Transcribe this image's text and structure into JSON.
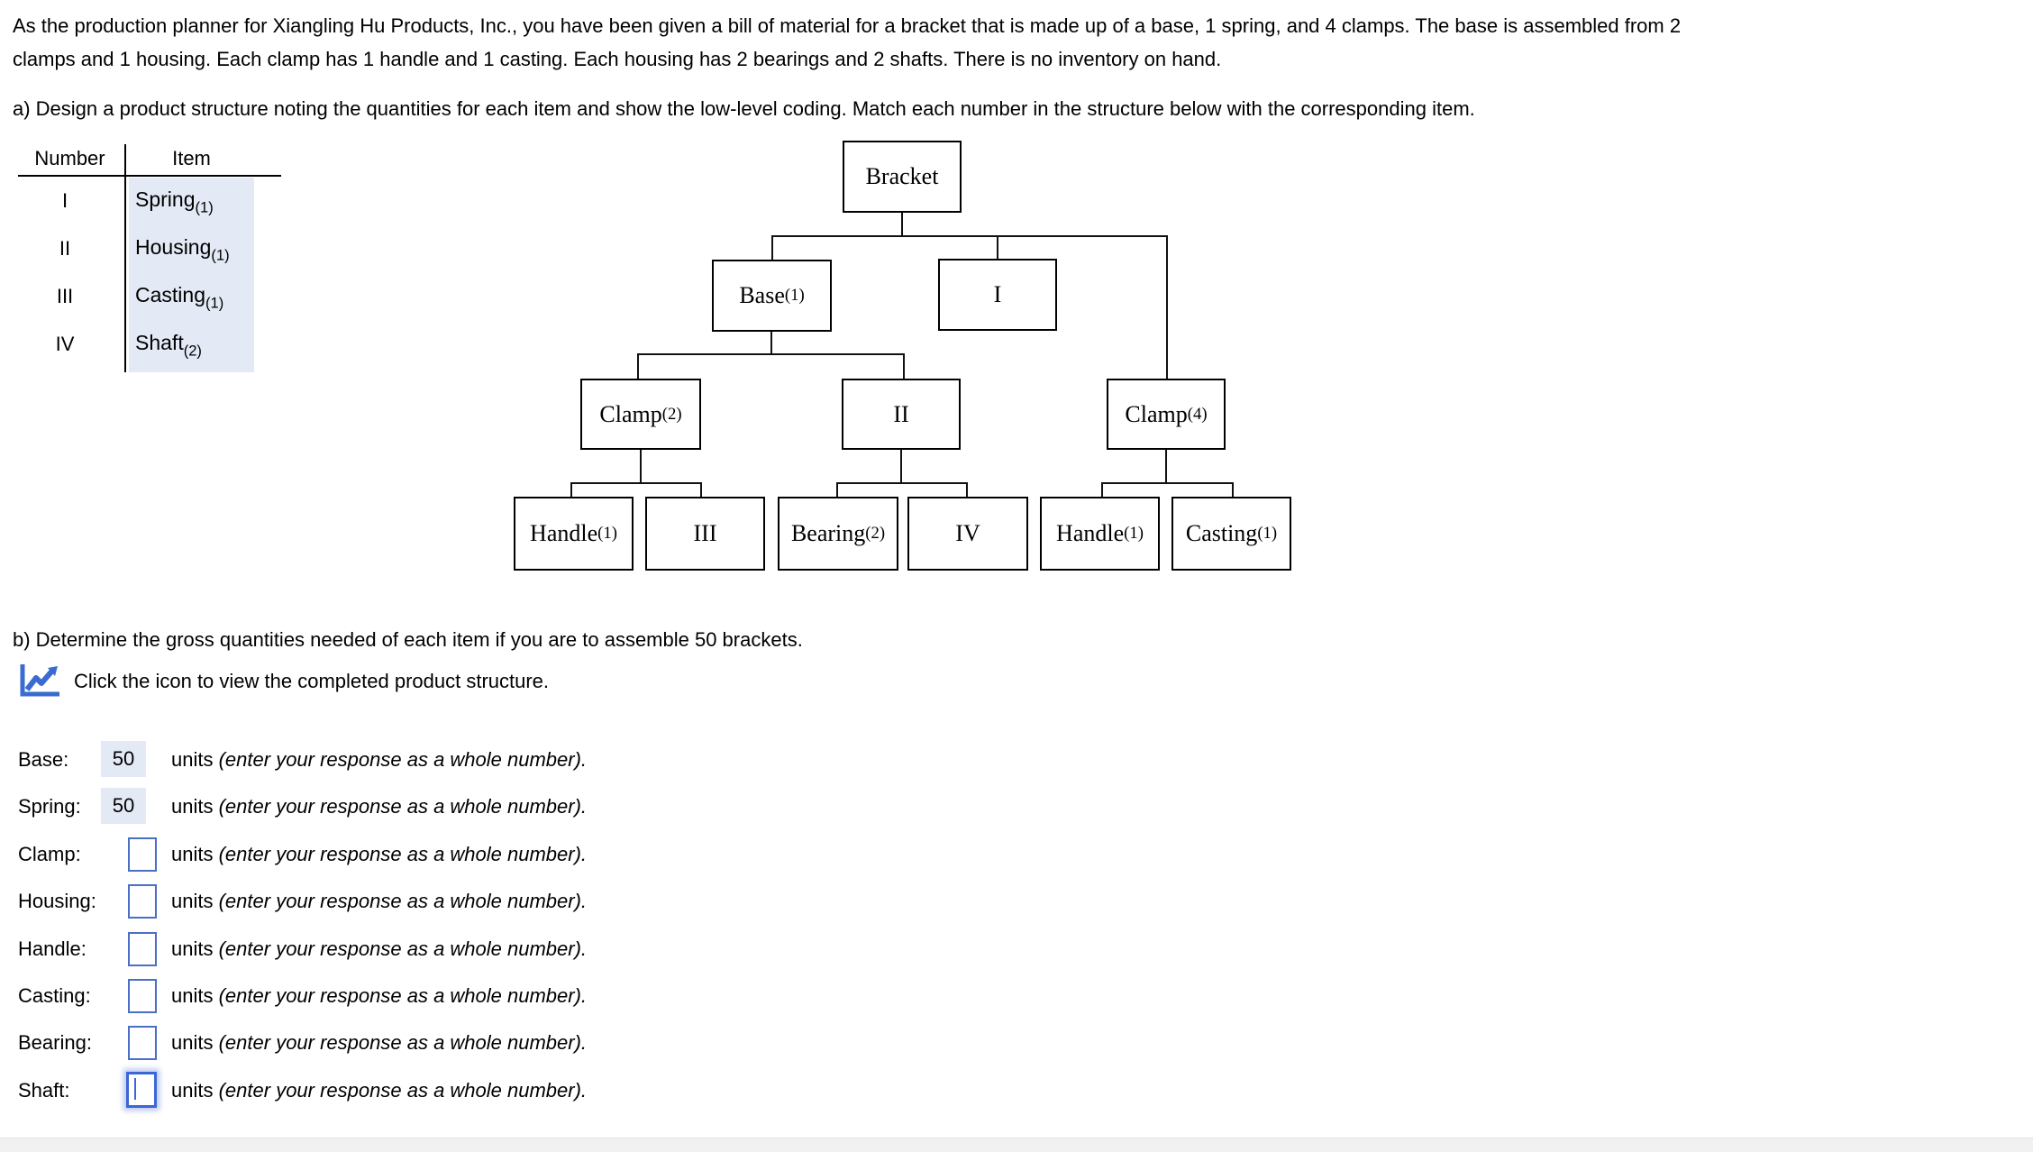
{
  "intro": {
    "line1": "As the production planner for Xiangling Hu Products, Inc., you have been given a bill of material for a bracket that is made up of a base, 1 spring, and 4 clamps. The base is assembled from 2",
    "line2": "clamps and 1 housing. Each clamp has 1 handle and 1 casting. Each housing has 2 bearings and 2 shafts. There is no inventory on hand."
  },
  "part_a": {
    "prompt": "a) Design a product structure noting the quantities for each item and show the low-level coding. Match each number in the structure below with the corresponding item.",
    "table": {
      "col_number": "Number",
      "col_item": "Item",
      "rows": [
        {
          "number": "I",
          "item": "Spring",
          "qty": "(1)"
        },
        {
          "number": "II",
          "item": "Housing",
          "qty": "(1)"
        },
        {
          "number": "III",
          "item": "Casting",
          "qty": "(1)"
        },
        {
          "number": "IV",
          "item": "Shaft",
          "qty": "(2)"
        }
      ]
    }
  },
  "tree": {
    "nodes": [
      {
        "label": "Bracket",
        "qty": ""
      },
      {
        "label": "Base",
        "qty": "(1)"
      },
      {
        "label": "I",
        "qty": ""
      },
      {
        "label": "Clamp",
        "qty": "(2)"
      },
      {
        "label": "II",
        "qty": ""
      },
      {
        "label": "Clamp",
        "qty": "(4)"
      },
      {
        "label": "Handle",
        "qty": "(1)"
      },
      {
        "label": "III",
        "qty": ""
      },
      {
        "label": "Bearing",
        "qty": "(2)"
      },
      {
        "label": "IV",
        "qty": ""
      },
      {
        "label": "Handle",
        "qty": "(1)"
      },
      {
        "label": "Casting",
        "qty": "(1)"
      }
    ]
  },
  "part_b": {
    "prompt": "b) Determine the gross quantities needed of each item if you are to assemble 50 brackets.",
    "icon": "line-chart-icon",
    "icon_caption": "Click the icon to view the completed product structure.",
    "unit_label": "units",
    "instruction": "(enter your response as a whole number).",
    "answers": [
      {
        "label": "Base:",
        "value": "50",
        "state": "filled"
      },
      {
        "label": "Spring:",
        "value": "50",
        "state": "filled"
      },
      {
        "label": "Clamp:",
        "value": "",
        "state": "empty"
      },
      {
        "label": "Housing:",
        "value": "",
        "state": "empty"
      },
      {
        "label": "Handle:",
        "value": "",
        "state": "empty"
      },
      {
        "label": "Casting:",
        "value": "",
        "state": "empty"
      },
      {
        "label": "Bearing:",
        "value": "",
        "state": "empty"
      },
      {
        "label": "Shaft:",
        "value": "",
        "state": "focused"
      }
    ]
  },
  "colors": {
    "accent_blue": "#3a6bd0",
    "input_border": "#4a6fc7",
    "filled_bg": "#e3e9f5",
    "footer_bg": "#f1f1f1"
  }
}
